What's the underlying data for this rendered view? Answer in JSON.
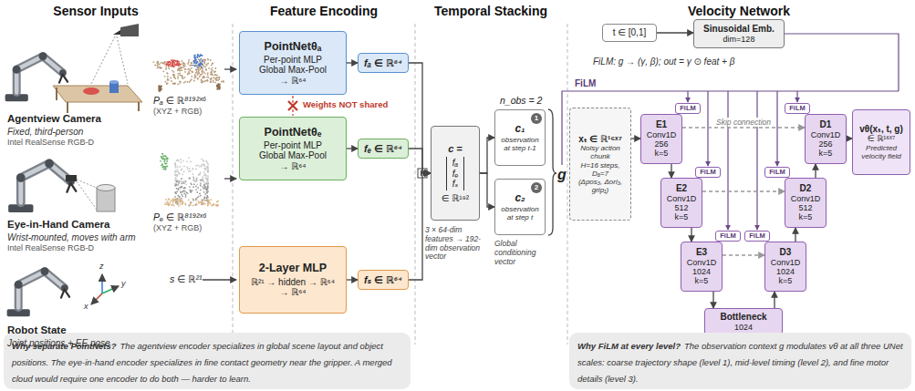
{
  "diagram": {
    "nodes": [
      {
        "text": [
          "PointNetθₐ",
          "Per-point MLP",
          "Global Max-Pool",
          "→ ℝ⁶⁴"
        ]
      },
      {
        "text": [
          "fₐ ∈ ℝ⁶⁴"
        ]
      },
      {
        "text": [
          "PointNetθₑ",
          "Per-point MLP",
          "Global Max-Pool",
          "→ ℝ⁶⁴"
        ]
      },
      {
        "text": [
          "fₑ ∈ ℝ⁶⁴"
        ]
      },
      {
        "text": [
          "2-Layer MLP",
          "ℝ²¹ → hidden → ℝ⁶⁴",
          "→ ℝ⁶⁴"
        ]
      },
      {
        "text": [
          "fₛ ∈ ℝ⁶⁴"
        ]
      },
      {
        "text": [
          "c =",
          "fₐ",
          "fₑ",
          "fₛ",
          "∈ ℝ¹⁹²"
        ]
      },
      {
        "text": [
          "c₁",
          "1",
          "observation at step t-1"
        ]
      },
      {
        "text": [
          "c₂",
          "2",
          "observation at step t"
        ]
      },
      {
        "text": [
          "t ∈ [0,1]"
        ]
      },
      {
        "text": [
          "Sinusoidal Emb.",
          "dim=128"
        ]
      },
      {
        "text": [
          "xₜ ∈ ℝ¹⁶ˣ⁷",
          "Noisy action chunk",
          "H=16 steps, Dₐ=7",
          "(Δpos₃, Δori₃, grip₁)"
        ]
      },
      {
        "text": [
          "E1",
          "Conv1D",
          "256",
          "k=5"
        ]
      },
      {
        "text": [
          "E2",
          "Conv1D",
          "512",
          "k=5"
        ]
      },
      {
        "text": [
          "E3",
          "Conv1D",
          "1024",
          "k=5"
        ]
      },
      {
        "text": [
          "Bottleneck",
          "1024"
        ]
      },
      {
        "text": [
          "D3",
          "Conv1D",
          "1024",
          "k=5"
        ]
      },
      {
        "text": [
          "D2",
          "Conv1D",
          "512",
          "k=5"
        ]
      },
      {
        "text": [
          "D1",
          "Conv1D",
          "256",
          "k=5"
        ]
      },
      {
        "text": [
          "vθ(xₜ, t, g)",
          "∈ ℝ¹⁶ˣ⁷",
          "Predicted velocity field"
        ]
      },
      {
        "text": [
          "FiLM"
        ]
      },
      {
        "text": [
          "FiLM"
        ]
      },
      {
        "text": [
          "FiLM"
        ]
      },
      {
        "text": [
          "FiLM"
        ]
      },
      {
        "text": [
          "FiLM"
        ]
      },
      {
        "text": [
          "FiLM"
        ]
      },
      {
        "text": [
          "Why separate PointNets?",
          "The agentview encoder specializes in global scene layout and object positions. The eye-in-hand encoder specializes in fine contact geometry near the gripper. A merged cloud would require one encoder to do both — harder to learn."
        ]
      },
      {
        "text": [
          "Why FiLM at every level?",
          "The observation context g modulates vθ at all three UNet scales: coarse trajectory shape (level 1), mid-level timing (level 2), and fine motor details (level 3)."
        ]
      }
    ],
    "edges": [
      {
        "from": 0,
        "to": 1,
        "arrow": "to"
      },
      {
        "from": 2,
        "to": 3,
        "arrow": "to"
      },
      {
        "from": 4,
        "to": 5,
        "arrow": "to"
      },
      {
        "from": 1,
        "to": 6,
        "arrow": "to"
      },
      {
        "from": 3,
        "to": 6,
        "arrow": "to"
      },
      {
        "from": 5,
        "to": 6,
        "arrow": "to"
      },
      {
        "from": 6,
        "to": 7,
        "arrow": "to"
      },
      {
        "from": 6,
        "to": 8,
        "arrow": "to"
      },
      {
        "from": 9,
        "to": 10,
        "arrow": "to"
      },
      {
        "from": 11,
        "to": 12,
        "arrow": "to"
      },
      {
        "from": 12,
        "to": 13,
        "arrow": "to"
      },
      {
        "from": 13,
        "to": 14,
        "arrow": "to"
      },
      {
        "from": 14,
        "to": 15,
        "arrow": "to"
      },
      {
        "from": 15,
        "to": 16,
        "arrow": "to"
      },
      {
        "from": 16,
        "to": 17,
        "arrow": "to"
      },
      {
        "from": 17,
        "to": 18,
        "arrow": "to"
      },
      {
        "from": 18,
        "to": 19,
        "arrow": "to"
      },
      {
        "from": 12,
        "to": 18,
        "label": "Skip connection",
        "arrow": "to"
      },
      {
        "from": 13,
        "to": 17,
        "arrow": "to"
      },
      {
        "from": 14,
        "to": 16,
        "arrow": "to"
      }
    ],
    "labels": [
      "Sensor Inputs",
      "Feature Encoding",
      "Temporal Stacking",
      "Velocity Network",
      "Agentview Camera",
      "Fixed, third-person",
      "Intel RealSense RGB-D",
      "Pₐ ∈ ℝ⁸¹⁹²ˣ⁶",
      "(XYZ + RGB)",
      "Eye-in-Hand Camera",
      "Wrist-mounted, moves with arm",
      "Intel RealSense RGB-D",
      "Pₑ ∈ ℝ⁸¹⁹²ˣ⁶",
      "(XYZ + RGB)",
      "Robot State",
      "Joint positions + EE pose",
      "s ∈ ℝ²¹",
      "Weights NOT shared",
      "3 × 64-dim features → 192-dim observation vector",
      "n_obs = 2",
      "g",
      "Global conditioning vector",
      "FiLM",
      "FiLM: g → (γ, β); out = γ ⊙ feat + β",
      "z",
      "y",
      "x"
    ]
  }
}
